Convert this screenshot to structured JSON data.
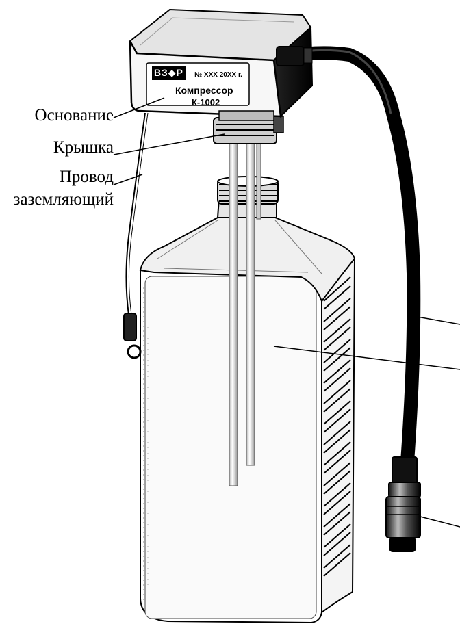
{
  "callouts": {
    "base": "Основание",
    "cap": "Крышка",
    "wire_line1": "Провод",
    "wire_line2": "заземляющий"
  },
  "nameplate": {
    "logo": "ВЗ◆Р",
    "serial": "№ XXX  20XX г.",
    "model_line1": "Компрессор",
    "model_line2": "К-1002"
  },
  "colors": {
    "ink": "#000000",
    "paper": "#ffffff",
    "shade": "#d9d9d9",
    "dark": "#1a1a1a"
  }
}
